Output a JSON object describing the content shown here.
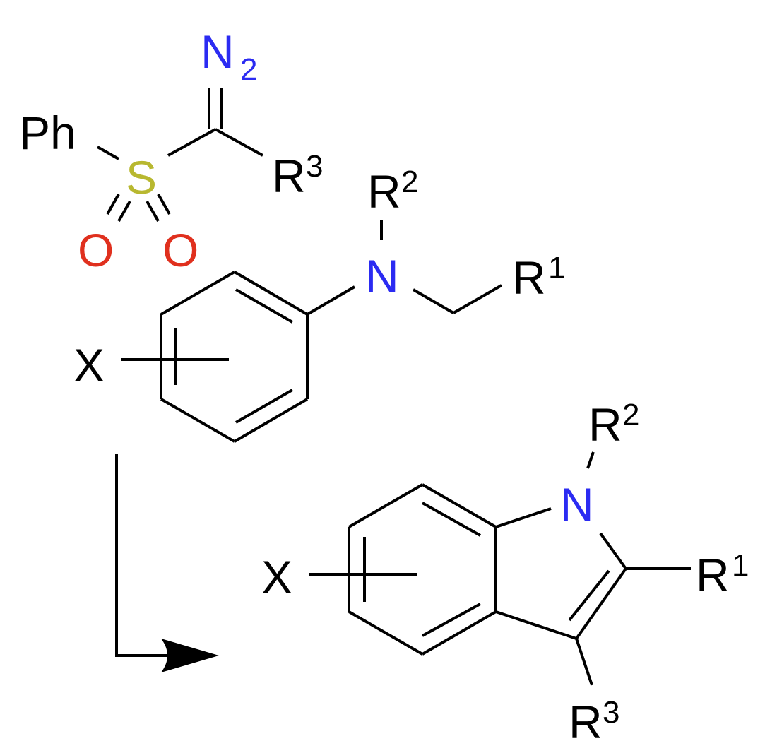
{
  "colors": {
    "bond": "#000000",
    "text": "#000000",
    "nitrogen": "#2b2bf2",
    "sulfur": "#b8b830",
    "oxygen": "#e0301e"
  },
  "reagent": {
    "ph": "Ph",
    "sulfur": "S",
    "oxygen_left": "O",
    "oxygen_right": "O",
    "diazo": {
      "atom": "N",
      "subscript": "2"
    },
    "r3": {
      "atom": "R",
      "superscript": "3"
    }
  },
  "substrate": {
    "nitrogen": "N",
    "r2": {
      "atom": "R",
      "superscript": "2"
    },
    "r1": {
      "atom": "R",
      "superscript": "1"
    },
    "x": "X"
  },
  "product": {
    "nitrogen": "N",
    "r2": {
      "atom": "R",
      "superscript": "2"
    },
    "r1": {
      "atom": "R",
      "superscript": "1"
    },
    "r3": {
      "atom": "R",
      "superscript": "3"
    },
    "x": "X"
  },
  "arrow_icon": "bent-arrow-icon"
}
